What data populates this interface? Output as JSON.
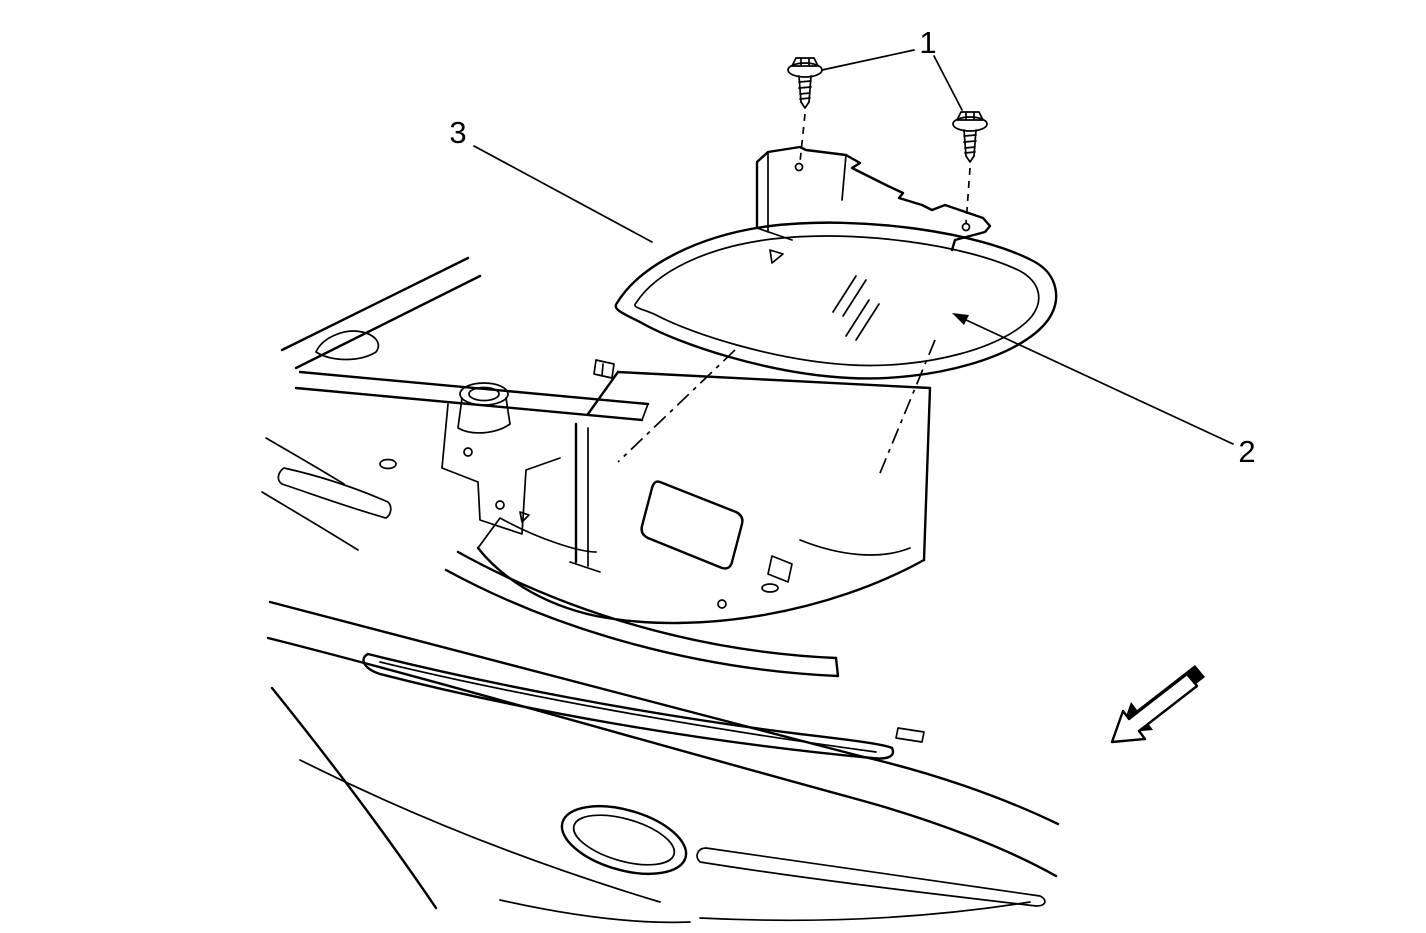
{
  "page": {
    "background_color": "#ffffff",
    "line_color": "#000000"
  },
  "diagram": {
    "type": "exploded-parts-line-drawing",
    "callouts": [
      {
        "label": "1"
      },
      {
        "label": "2"
      },
      {
        "label": "3"
      }
    ],
    "icons": [
      "direction-arrow-icon"
    ]
  }
}
